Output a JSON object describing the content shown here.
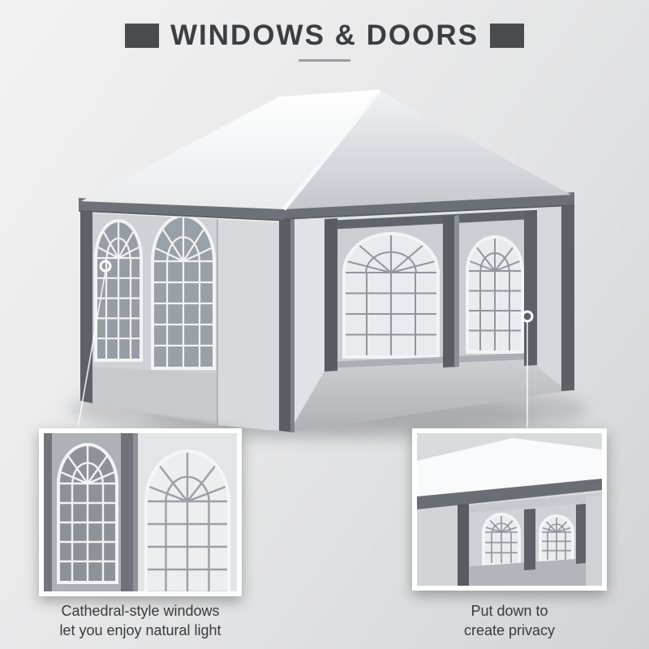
{
  "header": {
    "title": "WINDOWS & DOORS"
  },
  "captions": {
    "windows": {
      "line1": "Cathedral-style windows",
      "line2": "let you enjoy natural light"
    },
    "privacy": {
      "line1": "Put down to",
      "line2": "create privacy"
    }
  },
  "illustration": {
    "main": "party-tent-with-cathedral-windows-and-open-front",
    "inset_left": "cathedral-windows-closeup",
    "inset_right": "sidewall-panels-down-privacy-view"
  },
  "colors": {
    "background_light": "#f2f2f2",
    "background_dark": "#d2d3d4",
    "title_text": "#3d3e40",
    "title_bar": "#4a4b4d",
    "caption_text": "#3a3a3a",
    "roof_white": "#fbfcfc",
    "gable_gray": "#c4c8cd",
    "frame_dark_gray": "#61666d",
    "panel_light_gray": "#ced1d5",
    "window_pane_gray": "#9aa0a7",
    "window_pane_light": "#e9ecee",
    "callout_white": "#ffffff"
  }
}
